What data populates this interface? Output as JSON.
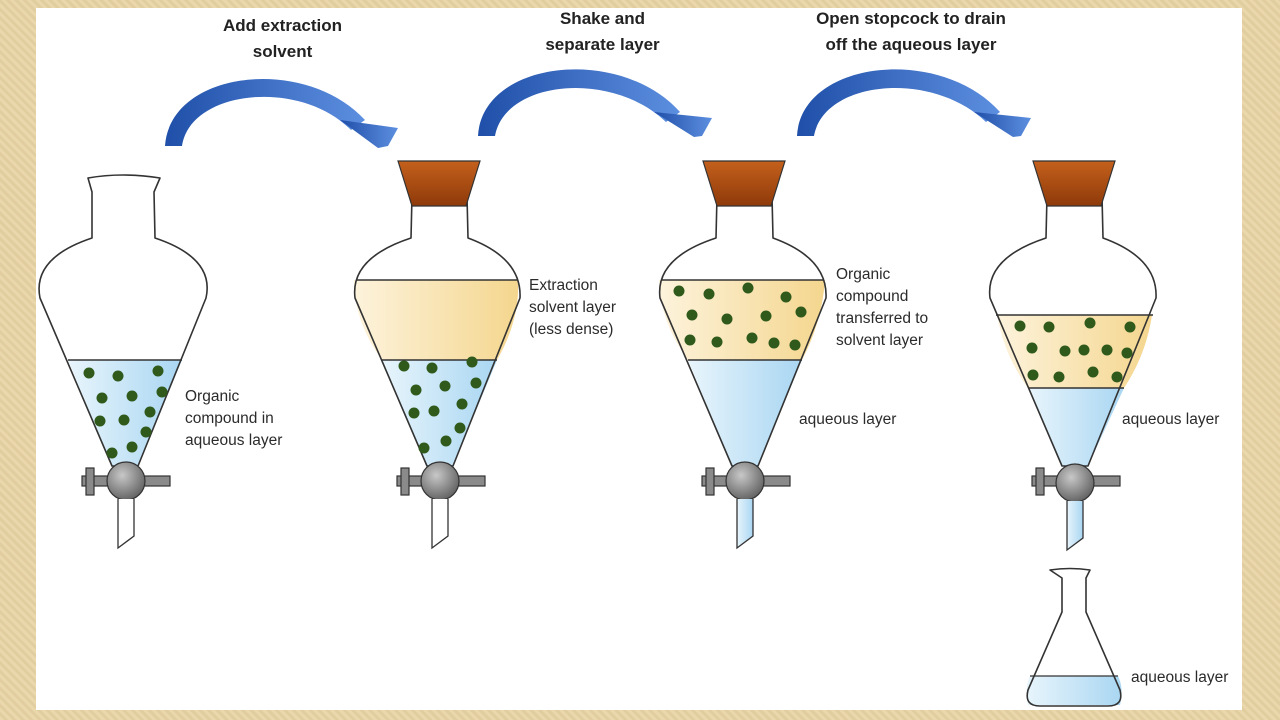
{
  "steps": [
    {
      "label": "Add extraction\nsolvent"
    },
    {
      "label": "Shake and\nseparate layer"
    },
    {
      "label": "Open stopcock to drain\noff the aqueous layer"
    }
  ],
  "labels": {
    "organic_in_aqueous": "Organic\ncompound in\naqueous layer",
    "extraction_solvent_layer": "Extraction\nsolvent layer\n(less dense)",
    "organic_transferred": "Organic\ncompound\ntransferred to\nsolvent layer",
    "aqueous_layer_3": "aqueous layer",
    "aqueous_layer_4": "aqueous layer",
    "aqueous_layer_flask": "aqueous layer"
  },
  "colors": {
    "arrow": "#3a6fc4",
    "stopper": "#b5561a",
    "aqueous": "#cfe8f7",
    "solvent": "#f7e3b0",
    "particle": "#2f5a1c",
    "stopcock": "#8a8a8a"
  }
}
